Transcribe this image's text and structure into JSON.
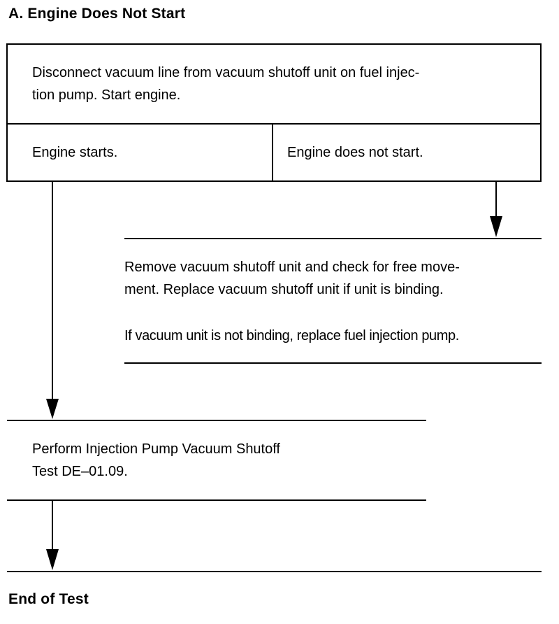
{
  "title": "A.  Engine Does Not Start",
  "step1": {
    "line1": "Disconnect vacuum line from vacuum shutoff unit on fuel injec-",
    "line2": "tion pump. Start engine."
  },
  "branch_yes": "Engine starts.",
  "branch_no": "Engine does not start.",
  "step2": {
    "line1": "Remove vacuum shutoff unit and check for free move-",
    "line2": "ment. Replace vacuum shutoff unit if unit is binding.",
    "line3": "If vacuum unit is not binding, replace fuel injection pump."
  },
  "step3": {
    "line1": "Perform Injection Pump Vacuum Shutoff",
    "line2": "Test DE–01.09."
  },
  "end": "End of Test"
}
